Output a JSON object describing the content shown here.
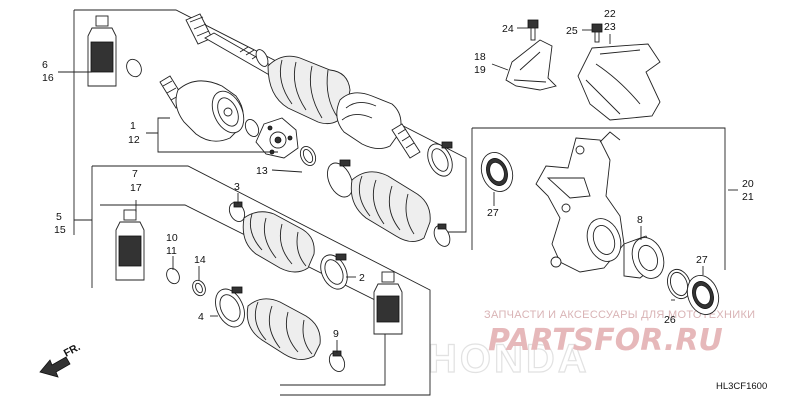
{
  "labels": {
    "p6": "6",
    "p16": "16",
    "p1": "1",
    "p12": "12",
    "p13": "13",
    "p7": "7",
    "p17": "17",
    "p5": "5",
    "p15": "15",
    "p3": "3",
    "p10": "10",
    "p11": "11",
    "p14": "14",
    "p2": "2",
    "p4": "4",
    "p9": "9",
    "p24": "24",
    "p25": "25",
    "p22": "22",
    "p23": "23",
    "p18": "18",
    "p19": "19",
    "p20": "20",
    "p21": "21",
    "p27a": "27",
    "p8": "8",
    "p26": "26",
    "p27b": "27"
  },
  "direction": "FR.",
  "diagram_code": "HL3CF1600",
  "watermark": {
    "tagline": "ЗАПЧАСТИ И АКСЕССУАРЫ ДЛЯ МОТОТЕХНИКИ",
    "site": "PARTSFOR.RU",
    "brand": "HONDA"
  }
}
